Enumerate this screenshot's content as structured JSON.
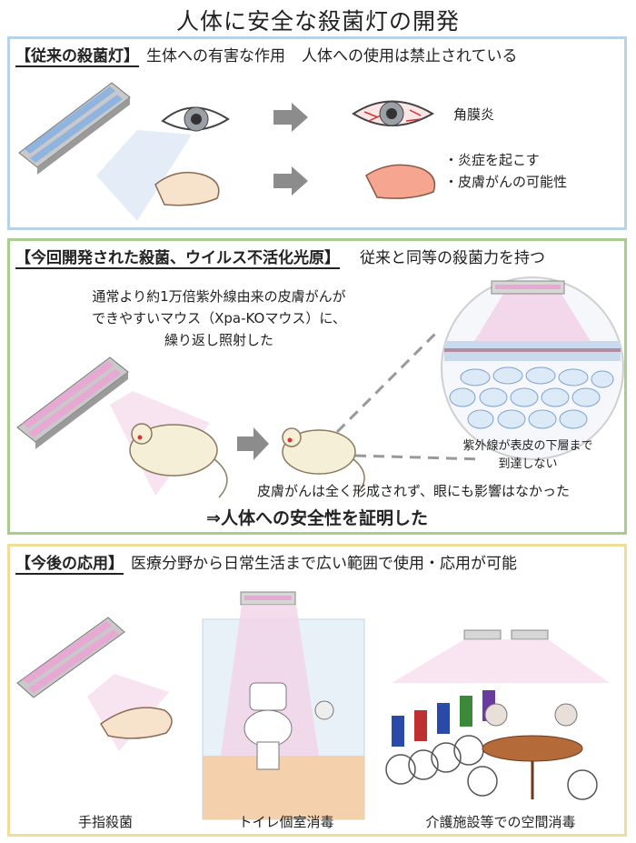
{
  "title": "人体に安全な殺菌灯の開発",
  "section1": {
    "tag": "【従来の殺菌灯】",
    "desc1": "生体への有害な作用",
    "desc2": "人体への使用は禁止されている",
    "eye_effect": "角膜炎",
    "skin_effects": [
      "・炎症を起こす",
      "・皮膚がんの可能性"
    ]
  },
  "section2": {
    "tag": "【今回開発された殺菌、ウイルス不活化光原】",
    "desc": "従来と同等の殺菌力を持つ",
    "experiment_lines": [
      "通常より約1万倍紫外線由来の皮膚がんが",
      "できやすいマウス（Xpa-KOマウス）に、",
      "繰り返し照射した"
    ],
    "skin_note_lines": [
      "紫外線が表皮の下層まで",
      "到達しない"
    ],
    "result": "皮膚がんは全く形成されず、眼にも影響はなかった",
    "conclusion": "⇒人体への安全性を証明した"
  },
  "section3": {
    "tag": "【今後の応用】",
    "desc": "医療分野から日常生活まで広い範囲で使用・応用が可能",
    "captions": [
      "手指殺菌",
      "トイレ個室消毒",
      "介護施設等での空間消毒"
    ]
  },
  "colors": {
    "lamp_blue": "#8fb4e0",
    "lamp_pink": "#e8a8d4",
    "section1_border": "#b8d2e6",
    "section2_border": "#a9cd8f",
    "section3_border": "#f0dd9a",
    "arrow_gray": "#8c8c8c"
  }
}
